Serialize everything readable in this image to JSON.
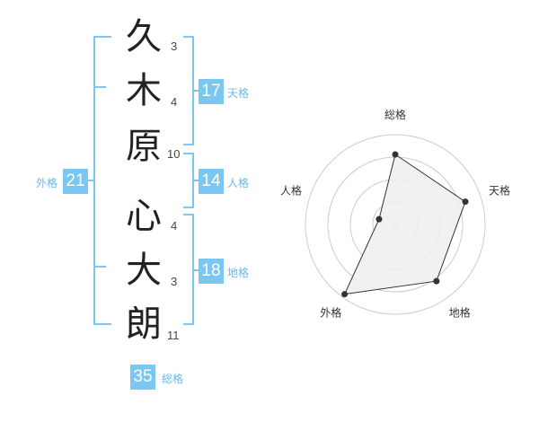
{
  "name": {
    "chars": [
      {
        "char": "久",
        "strokes": "3"
      },
      {
        "char": "木",
        "strokes": "4"
      },
      {
        "char": "原",
        "strokes": "10"
      },
      {
        "char": "心",
        "strokes": "4"
      },
      {
        "char": "大",
        "strokes": "3"
      },
      {
        "char": "朗",
        "strokes": "11"
      }
    ]
  },
  "kakusu": {
    "tenkaku": {
      "value": "17",
      "label": "天格"
    },
    "jinkaku": {
      "value": "14",
      "label": "人格"
    },
    "chikaku": {
      "value": "18",
      "label": "地格"
    },
    "gaikaku": {
      "value": "21",
      "label": "外格"
    },
    "soukaku": {
      "value": "35",
      "label": "総格"
    }
  },
  "colors": {
    "accent": "#7cc7f2",
    "accent_text": "#67b8ec",
    "radar_fill": "#efefef",
    "radar_grid": "#cccccc",
    "radar_stroke": "#333333"
  },
  "chart_data": {
    "type": "radar",
    "axes": [
      "総格",
      "天格",
      "地格",
      "外格",
      "人格"
    ],
    "values": [
      0.78,
      0.82,
      0.78,
      0.96,
      0.19
    ],
    "scale_max": 1,
    "rings": 4
  }
}
